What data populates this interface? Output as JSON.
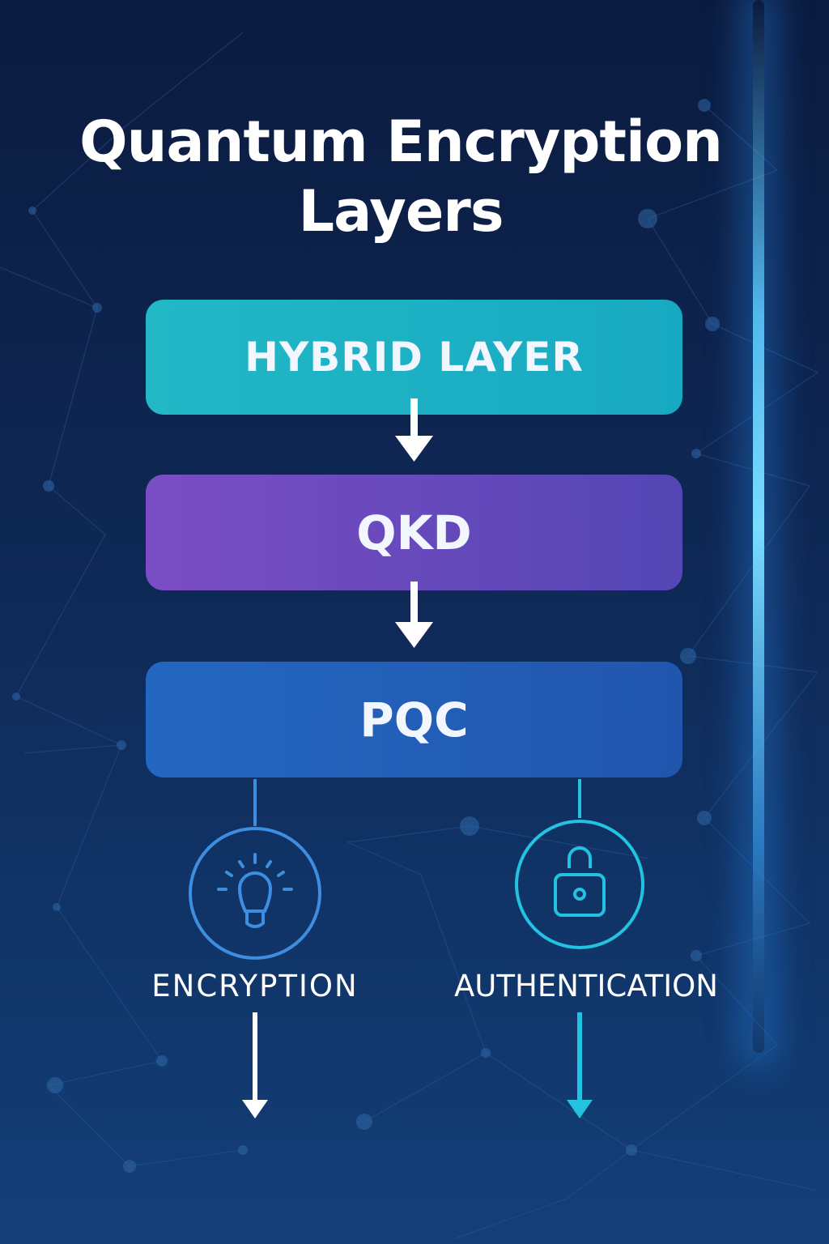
{
  "title_line1": "Quantum Encryption",
  "title_line2": "Layers",
  "layers": [
    {
      "label": "HYBRID LAYER",
      "color": "#1fb3c5"
    },
    {
      "label": "QKD",
      "color": "#6a4abf"
    },
    {
      "label": "PQC",
      "color": "#2360b8"
    }
  ],
  "outputs": [
    {
      "label": "ENCRYPTION",
      "icon": "lightbulb-icon",
      "color": "#3d8ee0"
    },
    {
      "label": "AUTHENTICATION",
      "icon": "padlock-icon",
      "color": "#22c3e0"
    }
  ]
}
